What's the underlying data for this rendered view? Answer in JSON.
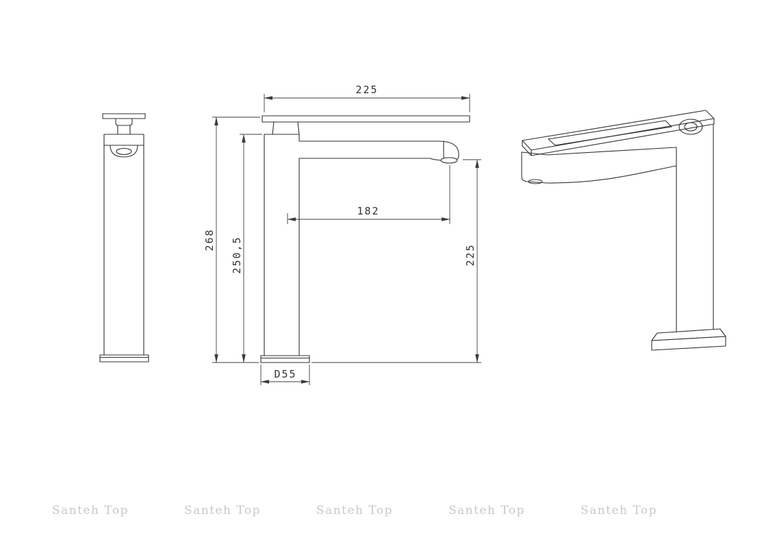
{
  "dimensions": {
    "lever_width": "225",
    "overall_height": "268",
    "body_height": "250,5",
    "spout_reach": "182",
    "spout_height": "225",
    "base_width": "D55"
  },
  "watermark": {
    "text": "Santeh Top"
  },
  "colors": {
    "line": "#2f2f2f",
    "dimension_text": "#333333",
    "watermark": "#c8c8c8",
    "background": "#ffffff"
  }
}
